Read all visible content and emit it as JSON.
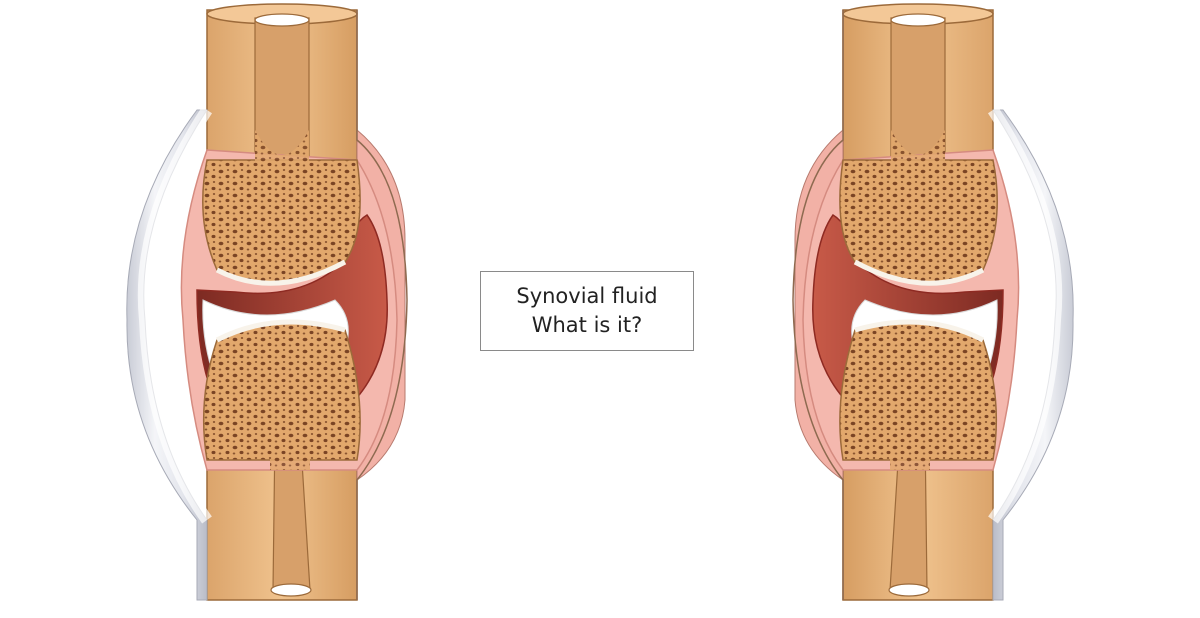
{
  "caption": {
    "line1": "Synovial fluid",
    "line2": "What is it?"
  },
  "illustrations": [
    {
      "name": "synovial-joint-cross-section",
      "orientation": "normal"
    },
    {
      "name": "synovial-joint-cross-section",
      "orientation": "mirrored"
    }
  ],
  "colors": {
    "bone": "#e8b57e",
    "bone_shadow": "#c98f55",
    "spongy_bone": "#d49a5e",
    "marrow_dark": "#8a5530",
    "synovial_membrane": "#f4b8ae",
    "joint_cavity": "#c84a42",
    "capsule": "#e6e8ee",
    "cartilage": "#f7f7f7"
  }
}
